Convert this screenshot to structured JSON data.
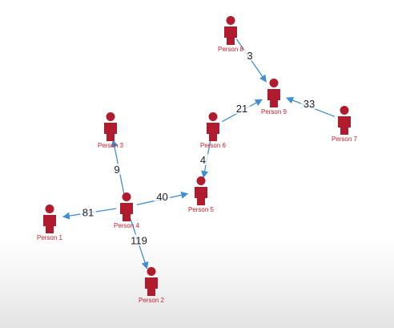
{
  "colors": {
    "node": "#b01c2e",
    "label": "#d0202a",
    "edge": "#3f8fd2",
    "weight": "#222222"
  },
  "nodes": [
    {
      "id": "p1",
      "label": "Person 1",
      "icon": "person-icon"
    },
    {
      "id": "p2",
      "label": "Person 2",
      "icon": "person-icon"
    },
    {
      "id": "p3",
      "label": "Person 3",
      "icon": "person-icon"
    },
    {
      "id": "p4",
      "label": "Person 4",
      "icon": "person-icon"
    },
    {
      "id": "p5",
      "label": "Person 5",
      "icon": "person-icon"
    },
    {
      "id": "p6",
      "label": "Person 6",
      "icon": "person-icon"
    },
    {
      "id": "p7",
      "label": "Person 7",
      "icon": "person-icon"
    },
    {
      "id": "p8",
      "label": "Person 8",
      "icon": "person-icon"
    },
    {
      "id": "p9",
      "label": "Person 9",
      "icon": "person-icon"
    }
  ],
  "edges": [
    {
      "from": "p8",
      "to": "p9",
      "weight": "3"
    },
    {
      "from": "p7",
      "to": "p9",
      "weight": "33"
    },
    {
      "from": "p6",
      "to": "p9",
      "weight": "21"
    },
    {
      "from": "p6",
      "to": "p5",
      "weight": "4"
    },
    {
      "from": "p4",
      "to": "p5",
      "weight": "40"
    },
    {
      "from": "p4",
      "to": "p3",
      "weight": "9"
    },
    {
      "from": "p4",
      "to": "p1",
      "weight": "81"
    },
    {
      "from": "p4",
      "to": "p2",
      "weight": "119"
    }
  ]
}
